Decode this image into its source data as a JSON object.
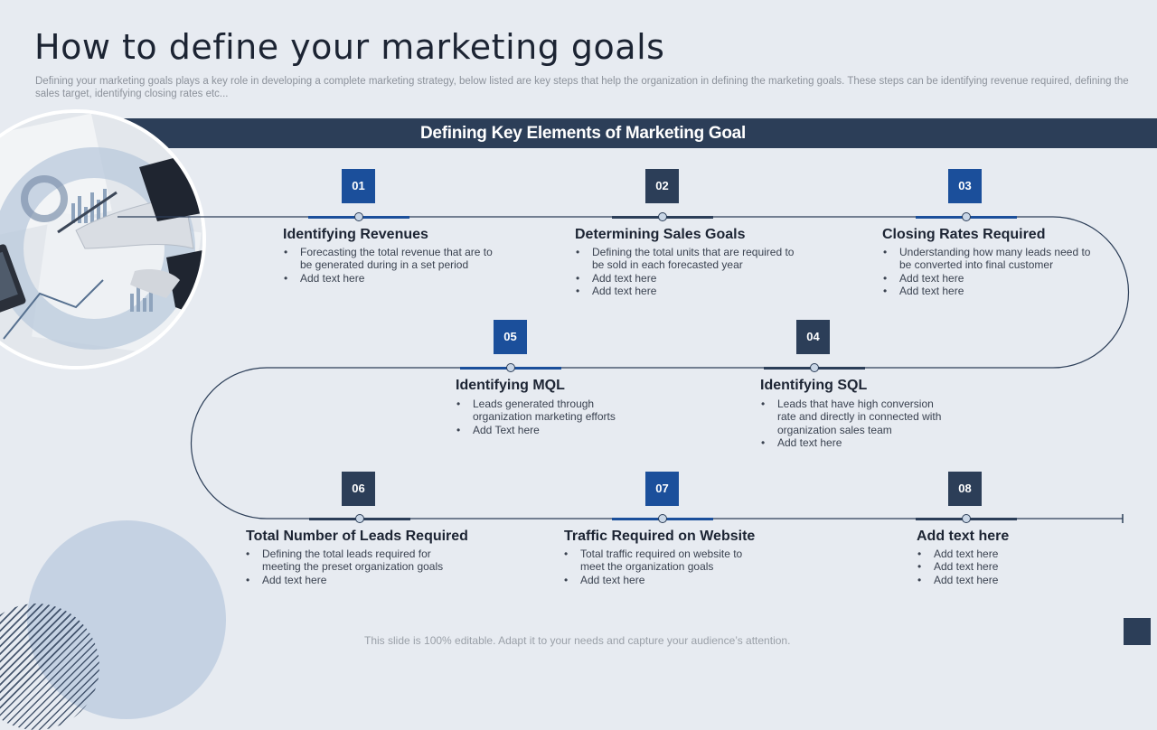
{
  "header": {
    "title": "How to define your marketing goals",
    "subtitle": "Defining your marketing goals plays a key role in developing a complete marketing strategy, below listed are key steps that help the organization in defining the marketing goals. These steps can be identifying revenue required, defining the sales target, identifying closing rates etc..."
  },
  "banner": {
    "title": "Defining Key Elements of Marketing Goal"
  },
  "steps": [
    {
      "number": "01",
      "title": "Identifying Revenues",
      "bullets": [
        "Forecasting the total revenue that are to be generated during in a set period",
        "Add text here"
      ]
    },
    {
      "number": "02",
      "title": "Determining Sales Goals",
      "bullets": [
        "Defining the total units that are required to be sold in each forecasted year",
        "Add text here",
        "Add text here"
      ]
    },
    {
      "number": "03",
      "title": "Closing Rates Required",
      "bullets": [
        "Understanding how many leads need to be converted into final customer",
        "Add text here",
        "Add text here"
      ]
    },
    {
      "number": "04",
      "title": "Identifying SQL",
      "bullets": [
        "Leads that have high conversion rate and directly in connected with organization sales team",
        "Add text here"
      ]
    },
    {
      "number": "05",
      "title": "Identifying MQL",
      "bullets": [
        "Leads generated through organization marketing efforts",
        "Add Text here"
      ]
    },
    {
      "number": "06",
      "title": "Total Number of Leads Required",
      "bullets": [
        "Defining the total leads required for meeting the preset organization goals",
        "Add text here"
      ]
    },
    {
      "number": "07",
      "title": "Traffic Required on Website",
      "bullets": [
        "Total traffic required on website to meet the organization goals",
        "Add text here"
      ]
    },
    {
      "number": "08",
      "title": "Add text here",
      "bullets": [
        "Add text here",
        "Add text here",
        "Add text here"
      ]
    }
  ],
  "footer": {
    "text": "This slide is 100% editable. Adapt it to your needs and capture your audience’s attention."
  },
  "colors": {
    "navy": "#2c3e58",
    "blue": "#1b4f9b",
    "background": "#e7ebf1"
  }
}
